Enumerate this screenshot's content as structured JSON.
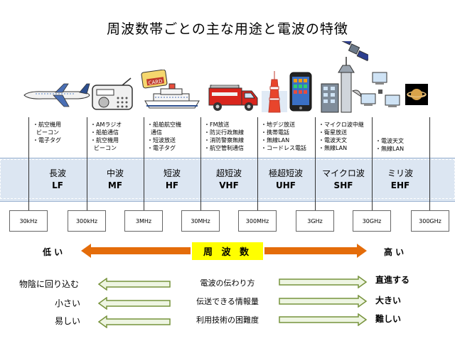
{
  "title": "周波数帯ごとの主な用途と電波の特徴",
  "bands": [
    {
      "name": "長波",
      "code": "LF",
      "uses": [
        "・航空機用",
        "ビーコン",
        "・電子タグ"
      ],
      "icon": "airplane-icon"
    },
    {
      "name": "中波",
      "code": "MF",
      "uses": [
        "・AMラジオ",
        "・船舶通信",
        "・航空機用",
        "ビーコン"
      ],
      "icon": "radio-icon"
    },
    {
      "name": "短波",
      "code": "HF",
      "uses": [
        "・船舶航空機",
        "通信",
        "・短波放送",
        "・電子タグ"
      ],
      "icon": "ship-card-icon"
    },
    {
      "name": "超短波",
      "code": "VHF",
      "uses": [
        "・FM放送",
        "・防災行政無線",
        "・消防警察無線",
        "・航空管制通信"
      ],
      "icon": "fire-truck-icon"
    },
    {
      "name": "極超短波",
      "code": "UHF",
      "uses": [
        "・地デジ放送",
        "・携帯電話",
        "・無線LAN",
        "・コードレス電話"
      ],
      "icon": "tower-phone-icon"
    },
    {
      "name": "マイクロ波",
      "code": "SHF",
      "uses": [
        "・マイクロ波中継",
        "・衛星放送",
        "・電波天文",
        "・無線LAN"
      ],
      "icon": "satellite-building-icon"
    },
    {
      "name": "ミリ波",
      "code": "EHF",
      "uses": [
        "・電波天文",
        "・無線LAN"
      ],
      "icon": "computer-planet-icon"
    }
  ],
  "frequencies": [
    "30kHz",
    "300kHz",
    "3MHz",
    "30MHz",
    "300MHz",
    "3GHz",
    "30GHz",
    "300GHz"
  ],
  "axis": {
    "label": "周 波 数",
    "low": "低 い",
    "high": "高 い"
  },
  "rows": [
    {
      "low": "物陰に回り込む",
      "center": "電波の伝わり方",
      "high": "直進する"
    },
    {
      "low": "小さい",
      "center": "伝送できる情報量",
      "high": "大きい"
    },
    {
      "low": "易しい",
      "center": "利用技術の困難度",
      "high": "難しい"
    }
  ],
  "colors": {
    "band_fill": "#dce6f2",
    "axis_arrow": "#e46c0a",
    "row_arrow_fill": "#eef5e2",
    "row_arrow_stroke": "#77933c",
    "label_bg": "#ffff00"
  }
}
